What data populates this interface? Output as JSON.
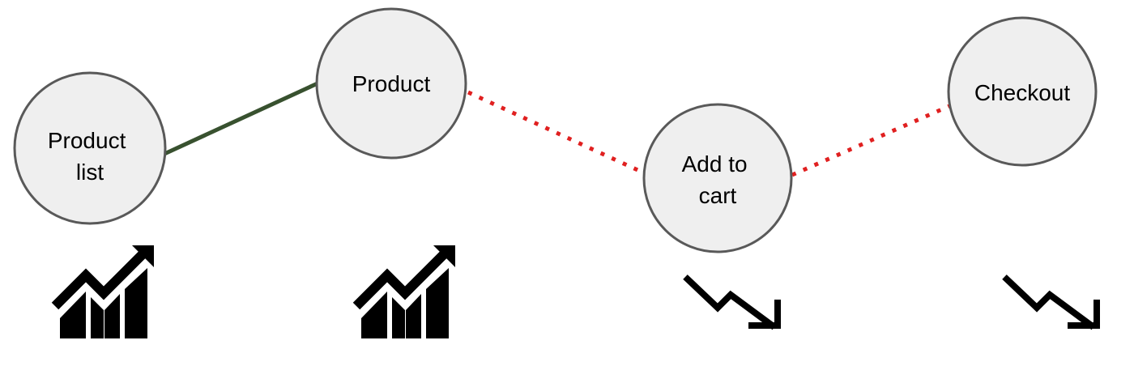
{
  "colors": {
    "node_fill": "#efefef",
    "node_stroke": "#595959",
    "solid_edge": "#38512f",
    "dotted_edge": "#e02020",
    "icon": "#000000"
  },
  "nodes": [
    {
      "id": "product-list",
      "lines": [
        "Product",
        "list"
      ],
      "trend": "trending-up-icon"
    },
    {
      "id": "product",
      "lines": [
        "Product"
      ],
      "trend": "trending-up-icon"
    },
    {
      "id": "add-to-cart",
      "lines": [
        "Add to",
        "cart"
      ],
      "trend": "trending-down-icon"
    },
    {
      "id": "checkout",
      "lines": [
        "Checkout"
      ],
      "trend": "trending-down-icon"
    }
  ],
  "edges": [
    {
      "from": "product-list",
      "to": "product",
      "style": "solid"
    },
    {
      "from": "product",
      "to": "add-to-cart",
      "style": "dotted"
    },
    {
      "from": "add-to-cart",
      "to": "checkout",
      "style": "dotted"
    }
  ]
}
